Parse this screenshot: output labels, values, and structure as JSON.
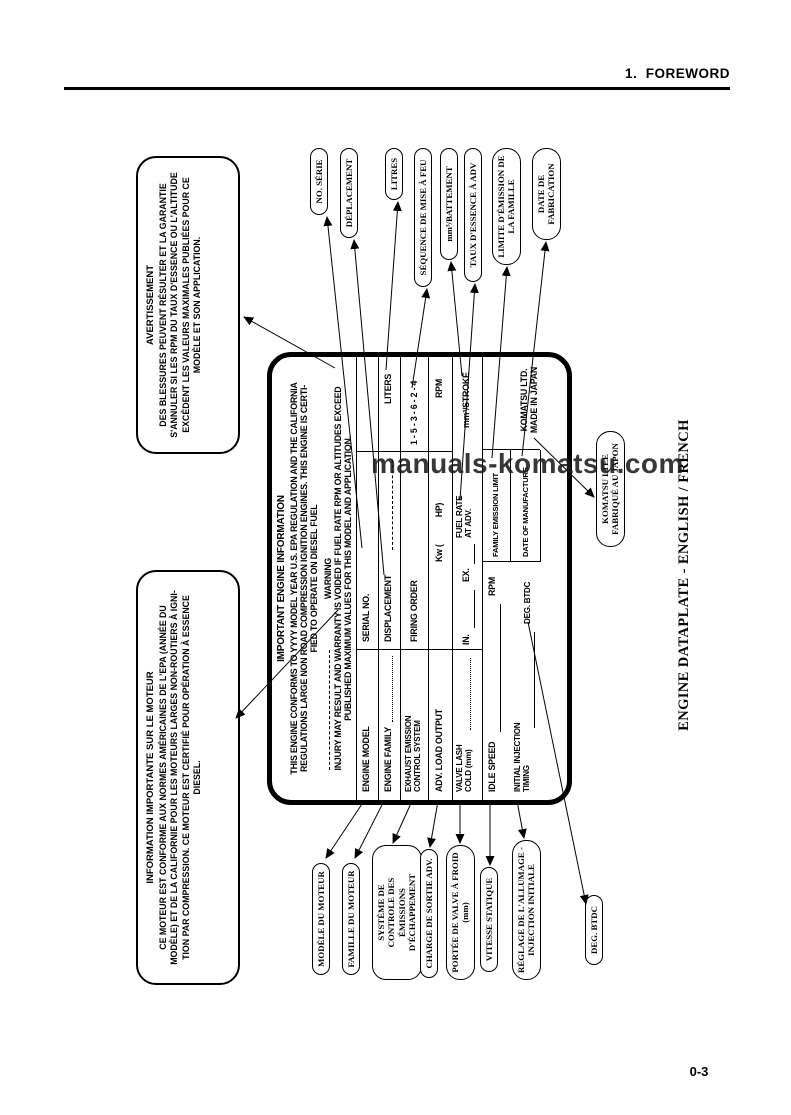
{
  "page": {
    "header": "1.  FOREWORD",
    "page_number": "0-3",
    "watermark": "manuals-komatsu.com",
    "caption": "ENGINE DATAPLATE - ENGLISH / FRENCH"
  },
  "callouts": {
    "warning_box": {
      "title": "AVERTISSEMENT",
      "body": "DES BLESSURES PEUVENT RÉSULTER ET LA GARANTIE\nS'ANNULER SI LES RPM DU TAUX D'ESSENCE OU L'ALTITUDE\nEXCÈDENT LES VALEURS MAXIMALES PUBLIÉES POUR CE\nMODÈLE ET SON APPLICATION."
    },
    "info_box": {
      "title": "INFORMATION IMPORTANTE SUR LE MOTEUR",
      "body": "CE MOTEUR EST CONFORME AUX NORMES AMÉRICAINES DE L'EPA (ANNÉE DU\nMODÈLE) ET DE LA CALIFORNIE POUR LES MOTEURS LARGES NON-ROUTIERS À IGNI-\nTION PAR COMPRESSION. CE MOTEUR EST CERTIFIÉ POUR OPÉRATION À ESSENCE\nDIESEL."
    }
  },
  "plate": {
    "title": "IMPORTANT ENGINE INFORMATION",
    "conformity": "THIS ENGINE CONFORMS TO YYYY MODEL YEAR U.S. EPA REGULATION AND THE CALIFORNIA\nREGULATIONS LARGE NON ROAD COMPRESSION IGNITION ENGINES. THIS ENGINE IS CERTI-\nFIED TO OPERATE ON DIESEL FUEL",
    "warning_title": "WARNING",
    "warning": "INJURY MAY RESULT AND WARRANTY IS VOIDED IF FUEL RATE RPM OR ALTITUDES EXCEED\nPUBLISHED MAXIMUM VALUES FOR THIS MODEL AND APPLICATION.",
    "engine_model": "ENGINE MODEL",
    "serial_no": "SERIAL NO.",
    "engine_family": "ENGINE FAMILY",
    "displacement": "DISPLACEMENT",
    "liters": "LITERS",
    "exhaust": "EXHAUST EMISSION\nCONTROL SYSTEM",
    "firing_order": "FIRING ORDER",
    "firing_order_value": "1 - 5 - 3 - 6 - 2 - 4",
    "adv_load": "ADV. LOAD OUTPUT",
    "kw_hp": "Kw (            HP)",
    "rpm": "RPM",
    "valve_lash": "VALVE LASH\nCOLD (mm)",
    "in_label": "IN.",
    "ex_label": "EX.",
    "fuel_rate": "FUEL RATE\nAT ADV.",
    "mm3_stroke": "mm³/STROKE",
    "idle_speed": "IDLE SPEED",
    "idle_rpm": "RPM",
    "family_emission": "FAMILY EMISSION LIMIT",
    "initial_injection": "INITIAL INJECTION\nTIMING",
    "deg_btdc": "DEG. BTDC",
    "date_of_manufacture": "DATE OF MANUFACTURE",
    "maker": "KOMATSU LTD.\nMADE IN JAPAN"
  },
  "labels_left": [
    {
      "label": "MODÈLE DU MOTEUR"
    },
    {
      "label": "FAMILLE DU MOTEUR"
    },
    {
      "label": "SYSTÈME DE\nCONTROLE DES\nÉMISSIONS D'ÉCHAPPEMENT"
    },
    {
      "label": "CHARGE DE SORTIE ADV."
    },
    {
      "label": "PORTÉE DE VALVE À FROID\n(mm)"
    },
    {
      "label": "VITESSE STATIQUE"
    },
    {
      "label": "RÉGLAGE DE L'ALLUMAGE -\nINJECTION INITIALE"
    },
    {
      "label": "DEG. BTDC"
    }
  ],
  "labels_right": [
    {
      "label": "NO. SÉRIE"
    },
    {
      "label": "DÉPLACEMENT"
    },
    {
      "label": "LITRES"
    },
    {
      "label": "SÉQUENCE DE MISE À FEU"
    },
    {
      "label": "mm³/BATTEMENT"
    },
    {
      "label": "TAUX D'ESSENCE À ADV"
    },
    {
      "label": "LIMITE D'ÉMISSION DE\nLA FAMILLE"
    },
    {
      "label": "DATE DE FABRICATION"
    }
  ],
  "label_maker": {
    "label": "KOMATSU LTÉE\nFABRIQUÉ AU JAPON"
  }
}
